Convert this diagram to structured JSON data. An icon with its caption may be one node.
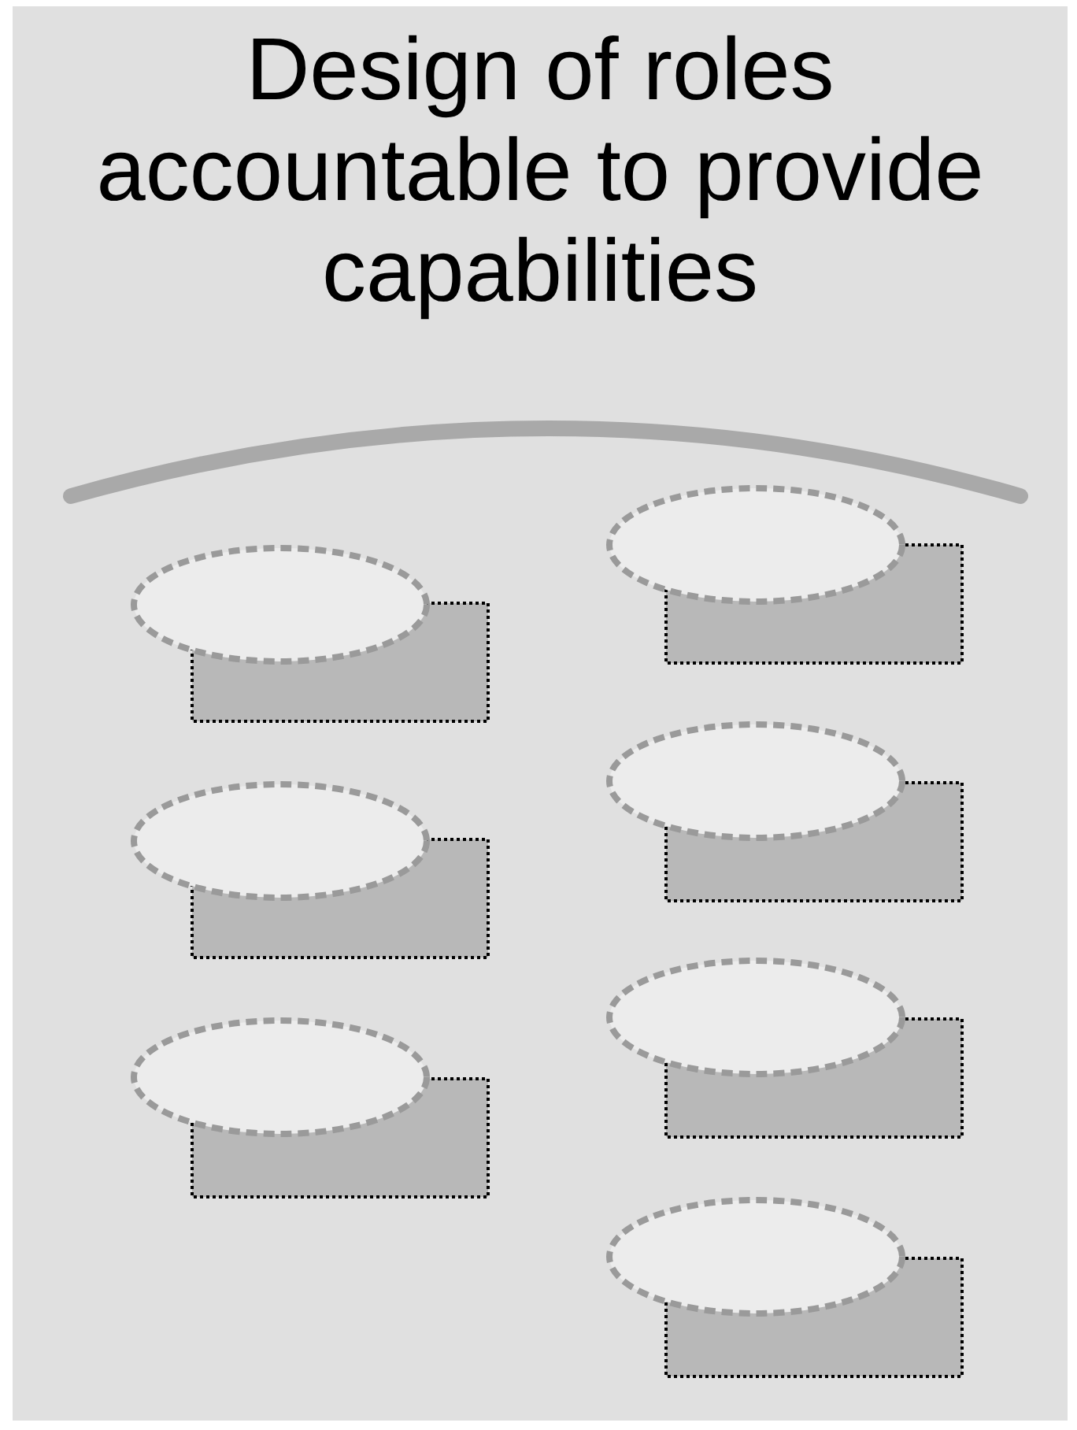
{
  "diagram": {
    "title": "Design of roles accountable to provide capabilities",
    "nodes": [
      {
        "text": [],
        "shape": "ellipse"
      },
      {
        "text": [],
        "shape": "box"
      },
      {
        "text": [],
        "shape": "ellipse"
      },
      {
        "text": [],
        "shape": "box"
      },
      {
        "text": [],
        "shape": "ellipse"
      },
      {
        "text": [],
        "shape": "box"
      },
      {
        "text": [],
        "shape": "ellipse"
      },
      {
        "text": [],
        "shape": "box"
      },
      {
        "text": [],
        "shape": "ellipse"
      },
      {
        "text": [],
        "shape": "box"
      },
      {
        "text": [],
        "shape": "ellipse"
      },
      {
        "text": [],
        "shape": "box"
      },
      {
        "text": [],
        "shape": "ellipse"
      },
      {
        "text": [],
        "shape": "box"
      }
    ]
  }
}
